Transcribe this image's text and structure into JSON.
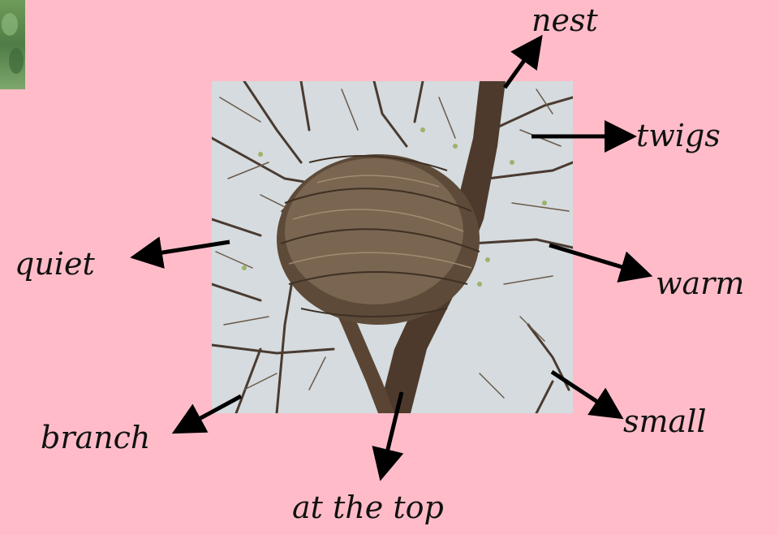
{
  "labels": {
    "nest": "nest",
    "twigs": "twigs",
    "quiet": "quiet",
    "warm": "warm",
    "branch": "branch",
    "small": "small",
    "at_the_top": "at the top"
  },
  "colors": {
    "background": "#FFBCC8",
    "arrow": "#000000",
    "sky": "#D9DEE2"
  }
}
